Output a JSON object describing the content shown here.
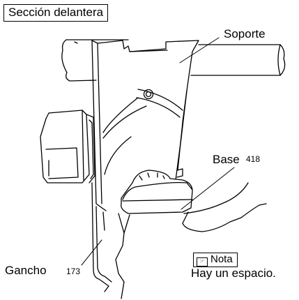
{
  "section_title": "Sección delantera",
  "labels": {
    "soporte": "Soporte",
    "base": "Base",
    "base_ref": "418",
    "gancho": "Gancho",
    "gancho_ref": "173"
  },
  "note": {
    "icon": "note-hand-icon",
    "label": "Nota",
    "text": "Hay un espacio."
  }
}
